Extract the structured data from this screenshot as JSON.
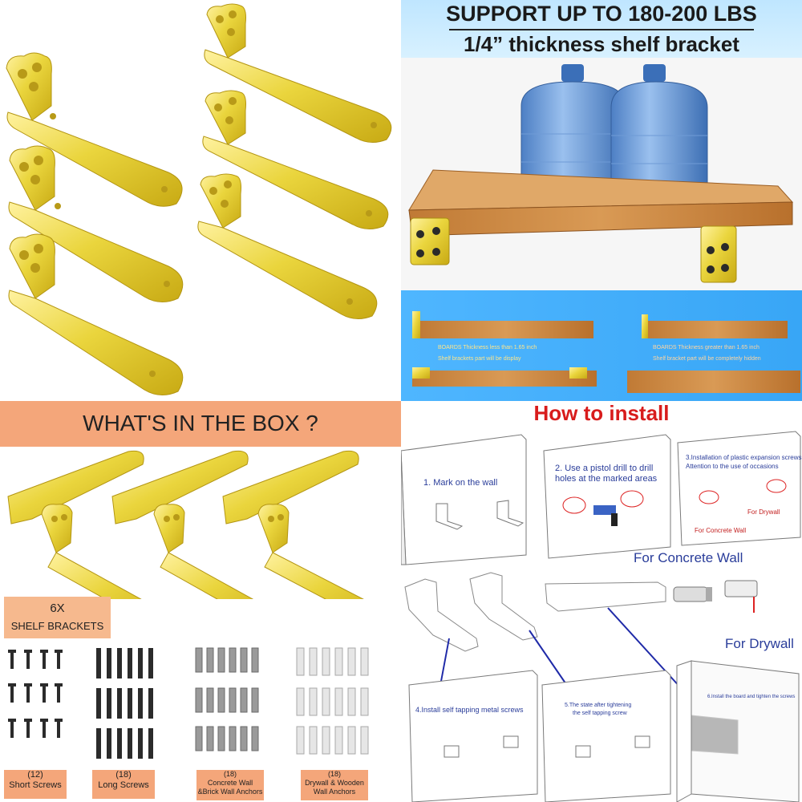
{
  "support_panel": {
    "title_line1": "SUPPORT UP TO 180-200 LBS",
    "title_line2": "1/4” thickness shelf bracket",
    "note_thin_line1": "BOARDS Thickness less than 1.65 inch",
    "note_thin_line2": "Shelf brackets part will be display",
    "note_thick_line1": "BOARDS Thickness greater than 1.65 inch",
    "note_thick_line2": "Shelf bracket part will be completely hidden"
  },
  "box_panel": {
    "title": "WHAT'S IN THE BOX ?",
    "brackets_count": "6X",
    "brackets_label": "SHELF BRACKETS",
    "items": [
      {
        "count": "(12)",
        "label": "Short Screws"
      },
      {
        "count": "(18)",
        "label": "Long Screws"
      },
      {
        "count": "(18)",
        "label": "Concrete Wall &Brick Wall Anchors"
      },
      {
        "count": "(18)",
        "label": "Drywall & Wooden Wall Anchors"
      }
    ]
  },
  "install_panel": {
    "title": "How to install",
    "step1": "1. Mark on the wall",
    "step2": "2. Use a pistol drill to drill holes at the marked areas",
    "step3_line1": "3.Installation of plastic expansion screws",
    "step3_line2": "Attention to the use of occasions",
    "for_drywall_small": "For Drywall",
    "for_concrete_small": "For Concrete Wall",
    "for_concrete": "For Concrete Wall",
    "for_drywall": "For Drywall",
    "step4": "4.Install self tapping metal screws",
    "step5_line1": "5.The state after tightening",
    "step5_line2": "the self tapping screw",
    "step6": "6.Install the board and tighten the screws"
  },
  "colors": {
    "gold": "#e8d33a",
    "gold_dark": "#c9ad16",
    "banner_orange": "#f4a67a",
    "sky_blue": "#45b0fa",
    "install_title_red": "#d81c1c",
    "step_text_blue": "#2a3d9a"
  }
}
